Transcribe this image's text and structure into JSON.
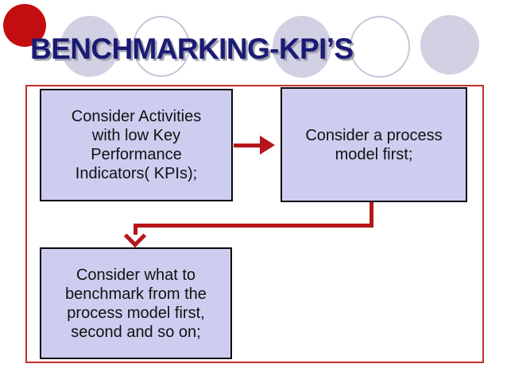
{
  "slide": {
    "title": "BENCHMARKING-KPI’S",
    "flow": {
      "box1_lines": [
        "Consider Activities",
        "with low Key",
        "Performance",
        "Indicators( KPIs);"
      ],
      "box2_lines": [
        "Consider a process",
        "model first;"
      ],
      "box3_lines": [
        "Consider what to",
        "benchmark from the",
        "process model first,",
        "second and so on;"
      ]
    }
  },
  "icons": {
    "decorative_circles": "five lavender ellipses behind title (filled, outlined, filled, outlined, filled)",
    "corner_marker": "red-circle-icon",
    "flow_arrows": "dark-red right arrow and elbow connector with down arrow"
  },
  "colors": {
    "background": "#ffffff",
    "title-color": "#1b1b75",
    "title-shadow": "#9c9cae",
    "circle-fill": "#d1d1e3",
    "circle-outline": "#c6c6d8",
    "marker-red": "#c40d10",
    "frame-red": "#c2312d",
    "box-fill": "#cdcdf0",
    "box-border": "#0a0a0a",
    "box-text": "#111111",
    "arrow-red": "#b5161a"
  }
}
